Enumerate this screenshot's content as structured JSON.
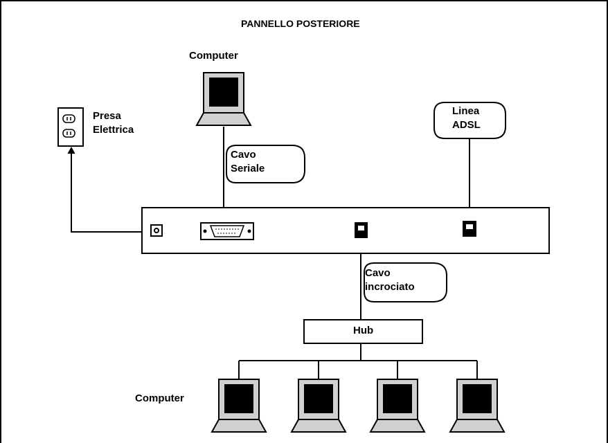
{
  "diagram": {
    "title": "PANNELLO POSTERIORE",
    "top_computer_label": "Computer",
    "outlet_label_line1": "Presa",
    "outlet_label_line2": "Elettrica",
    "adsl_label_line1": "Linea",
    "adsl_label_line2": "ADSL",
    "serial_cable_line1": "Cavo",
    "serial_cable_line2": "Seriale",
    "crossover_cable_line1": "Cavo",
    "crossover_cable_line2": "incrociato",
    "hub_label": "Hub",
    "bottom_computers_label": "Computer"
  }
}
